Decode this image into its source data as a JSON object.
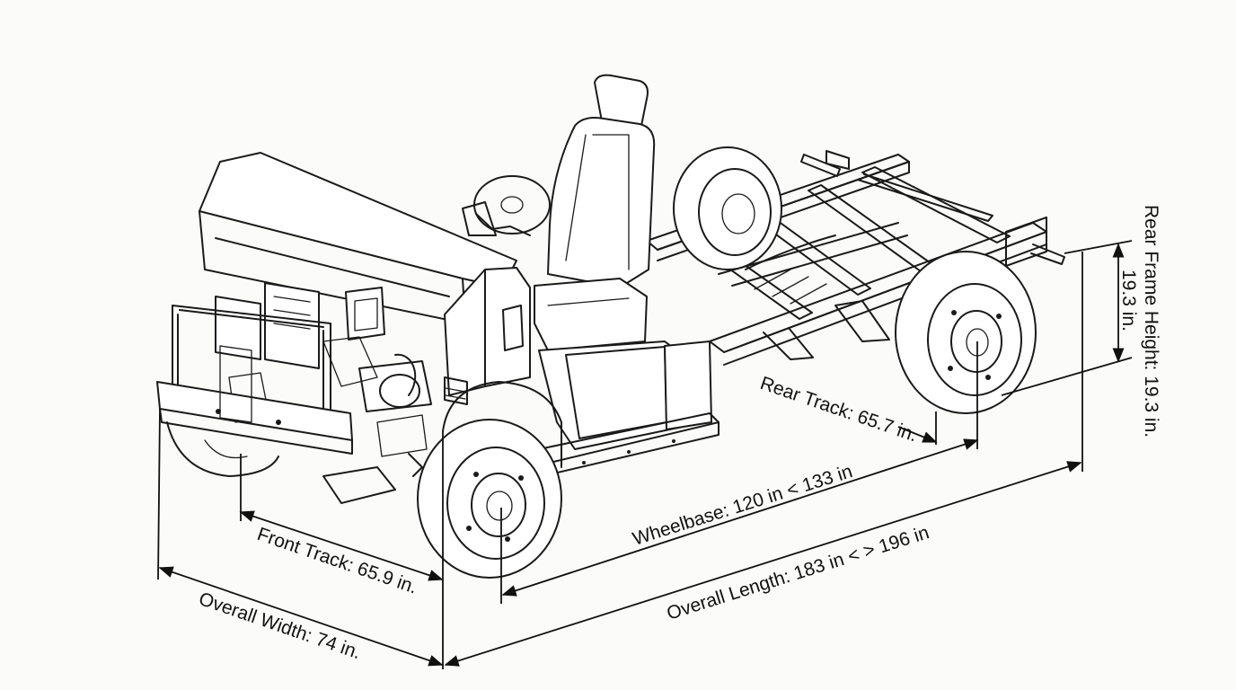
{
  "diagram": {
    "subject": "vehicle-chassis-isometric",
    "line_color": "#1a1a1a",
    "background": "#fbfbf9"
  },
  "dimensions": {
    "rear_frame_height": "Rear Frame Height: 19.3 in.",
    "rear_frame_height_value": "19.3 in.",
    "rear_track": "Rear Track: 65.7 in.",
    "wheelbase": "Wheelbase: 120 in < 133 in",
    "overall_length": "Overall Length: 183 in < > 196 in",
    "front_track": "Front Track: 65.9 in.",
    "overall_width": "Overall Width: 74 in."
  }
}
